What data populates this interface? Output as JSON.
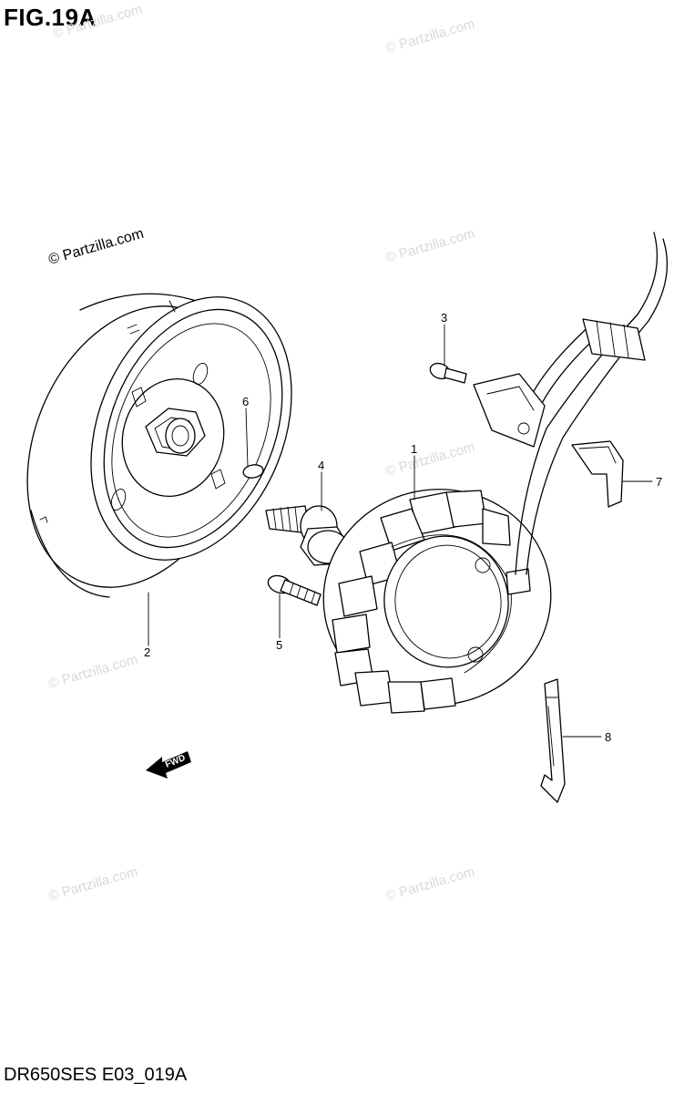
{
  "figure": {
    "title": "FIG.19A",
    "footer_code": "DR650SES E03_019A"
  },
  "watermarks": {
    "text": "© Partzilla.com",
    "bold_text": "© Partzilla.com"
  },
  "callouts": {
    "c1": "1",
    "c2": "2",
    "c3": "3",
    "c4": "4",
    "c5": "5",
    "c6": "6",
    "c7": "7",
    "c8": "8"
  },
  "arrow": {
    "label": "FWD"
  }
}
